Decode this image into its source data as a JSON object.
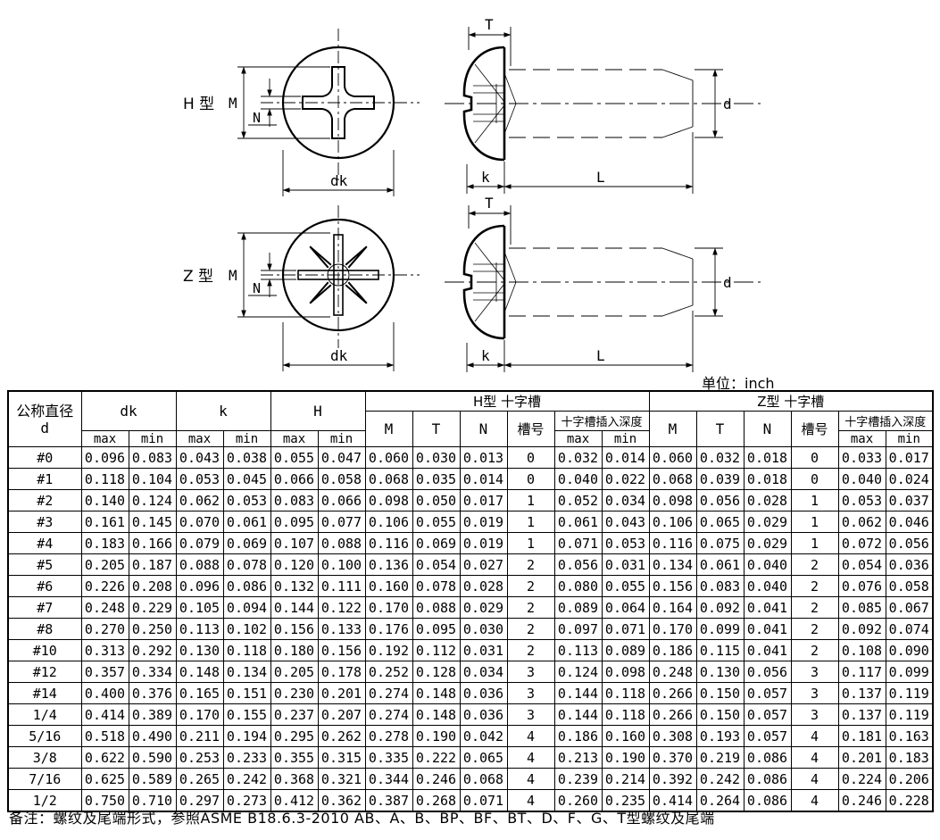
{
  "unit_label": "单位：inch",
  "note": "备注：螺纹及尾端形式，参照ASME B18.6.3-2010 AB、A、B、BP、BF、BT、D、F、G、T型螺纹及尾端",
  "drawings": {
    "h_label": "H 型",
    "z_label": "Z 型",
    "dim_M": "M",
    "dim_N": "N",
    "dim_dk": "dk",
    "dim_T": "T",
    "dim_k": "k",
    "dim_L": "L",
    "dim_d": "d"
  },
  "table": {
    "header": {
      "d_title": "公称直径",
      "d_sub": "d",
      "dk": "dk",
      "k": "k",
      "H": "H",
      "h_section": "H型 十字槽",
      "z_section": "Z型 十字槽",
      "M": "M",
      "T": "T",
      "N": "N",
      "slot": "槽号",
      "depth": "十字槽插入深度",
      "max": "max",
      "min": "min"
    },
    "rows": [
      [
        "#0",
        "0.096",
        "0.083",
        "0.043",
        "0.038",
        "0.055",
        "0.047",
        "0.060",
        "0.030",
        "0.013",
        "0",
        "0.032",
        "0.014",
        "0.060",
        "0.032",
        "0.018",
        "0",
        "0.033",
        "0.017"
      ],
      [
        "#1",
        "0.118",
        "0.104",
        "0.053",
        "0.045",
        "0.066",
        "0.058",
        "0.068",
        "0.035",
        "0.014",
        "0",
        "0.040",
        "0.022",
        "0.068",
        "0.039",
        "0.018",
        "0",
        "0.040",
        "0.024"
      ],
      [
        "#2",
        "0.140",
        "0.124",
        "0.062",
        "0.053",
        "0.083",
        "0.066",
        "0.098",
        "0.050",
        "0.017",
        "1",
        "0.052",
        "0.034",
        "0.098",
        "0.056",
        "0.028",
        "1",
        "0.053",
        "0.037"
      ],
      [
        "#3",
        "0.161",
        "0.145",
        "0.070",
        "0.061",
        "0.095",
        "0.077",
        "0.106",
        "0.055",
        "0.019",
        "1",
        "0.061",
        "0.043",
        "0.106",
        "0.065",
        "0.029",
        "1",
        "0.062",
        "0.046"
      ],
      [
        "#4",
        "0.183",
        "0.166",
        "0.079",
        "0.069",
        "0.107",
        "0.088",
        "0.116",
        "0.069",
        "0.019",
        "1",
        "0.071",
        "0.053",
        "0.116",
        "0.075",
        "0.029",
        "1",
        "0.072",
        "0.056"
      ],
      [
        "#5",
        "0.205",
        "0.187",
        "0.088",
        "0.078",
        "0.120",
        "0.100",
        "0.136",
        "0.054",
        "0.027",
        "2",
        "0.056",
        "0.031",
        "0.134",
        "0.061",
        "0.040",
        "2",
        "0.054",
        "0.036"
      ],
      [
        "#6",
        "0.226",
        "0.208",
        "0.096",
        "0.086",
        "0.132",
        "0.111",
        "0.160",
        "0.078",
        "0.028",
        "2",
        "0.080",
        "0.055",
        "0.156",
        "0.083",
        "0.040",
        "2",
        "0.076",
        "0.058"
      ],
      [
        "#7",
        "0.248",
        "0.229",
        "0.105",
        "0.094",
        "0.144",
        "0.122",
        "0.170",
        "0.088",
        "0.029",
        "2",
        "0.089",
        "0.064",
        "0.164",
        "0.092",
        "0.041",
        "2",
        "0.085",
        "0.067"
      ],
      [
        "#8",
        "0.270",
        "0.250",
        "0.113",
        "0.102",
        "0.156",
        "0.133",
        "0.176",
        "0.095",
        "0.030",
        "2",
        "0.097",
        "0.071",
        "0.170",
        "0.099",
        "0.041",
        "2",
        "0.092",
        "0.074"
      ],
      [
        "#10",
        "0.313",
        "0.292",
        "0.130",
        "0.118",
        "0.180",
        "0.156",
        "0.192",
        "0.112",
        "0.031",
        "2",
        "0.113",
        "0.089",
        "0.186",
        "0.115",
        "0.041",
        "2",
        "0.108",
        "0.090"
      ],
      [
        "#12",
        "0.357",
        "0.334",
        "0.148",
        "0.134",
        "0.205",
        "0.178",
        "0.252",
        "0.128",
        "0.034",
        "3",
        "0.124",
        "0.098",
        "0.248",
        "0.130",
        "0.056",
        "3",
        "0.117",
        "0.099"
      ],
      [
        "#14",
        "0.400",
        "0.376",
        "0.165",
        "0.151",
        "0.230",
        "0.201",
        "0.274",
        "0.148",
        "0.036",
        "3",
        "0.144",
        "0.118",
        "0.266",
        "0.150",
        "0.057",
        "3",
        "0.137",
        "0.119"
      ],
      [
        "1/4",
        "0.414",
        "0.389",
        "0.170",
        "0.155",
        "0.237",
        "0.207",
        "0.274",
        "0.148",
        "0.036",
        "3",
        "0.144",
        "0.118",
        "0.266",
        "0.150",
        "0.057",
        "3",
        "0.137",
        "0.119"
      ],
      [
        "5/16",
        "0.518",
        "0.490",
        "0.211",
        "0.194",
        "0.295",
        "0.262",
        "0.278",
        "0.190",
        "0.042",
        "4",
        "0.186",
        "0.160",
        "0.308",
        "0.193",
        "0.057",
        "4",
        "0.181",
        "0.163"
      ],
      [
        "3/8",
        "0.622",
        "0.590",
        "0.253",
        "0.233",
        "0.355",
        "0.315",
        "0.335",
        "0.222",
        "0.065",
        "4",
        "0.213",
        "0.190",
        "0.370",
        "0.219",
        "0.086",
        "4",
        "0.201",
        "0.183"
      ],
      [
        "7/16",
        "0.625",
        "0.589",
        "0.265",
        "0.242",
        "0.368",
        "0.321",
        "0.344",
        "0.246",
        "0.068",
        "4",
        "0.239",
        "0.214",
        "0.392",
        "0.242",
        "0.086",
        "4",
        "0.224",
        "0.206"
      ],
      [
        "1/2",
        "0.750",
        "0.710",
        "0.297",
        "0.273",
        "0.412",
        "0.362",
        "0.387",
        "0.268",
        "0.071",
        "4",
        "0.260",
        "0.235",
        "0.414",
        "0.264",
        "0.086",
        "4",
        "0.246",
        "0.228"
      ]
    ]
  }
}
